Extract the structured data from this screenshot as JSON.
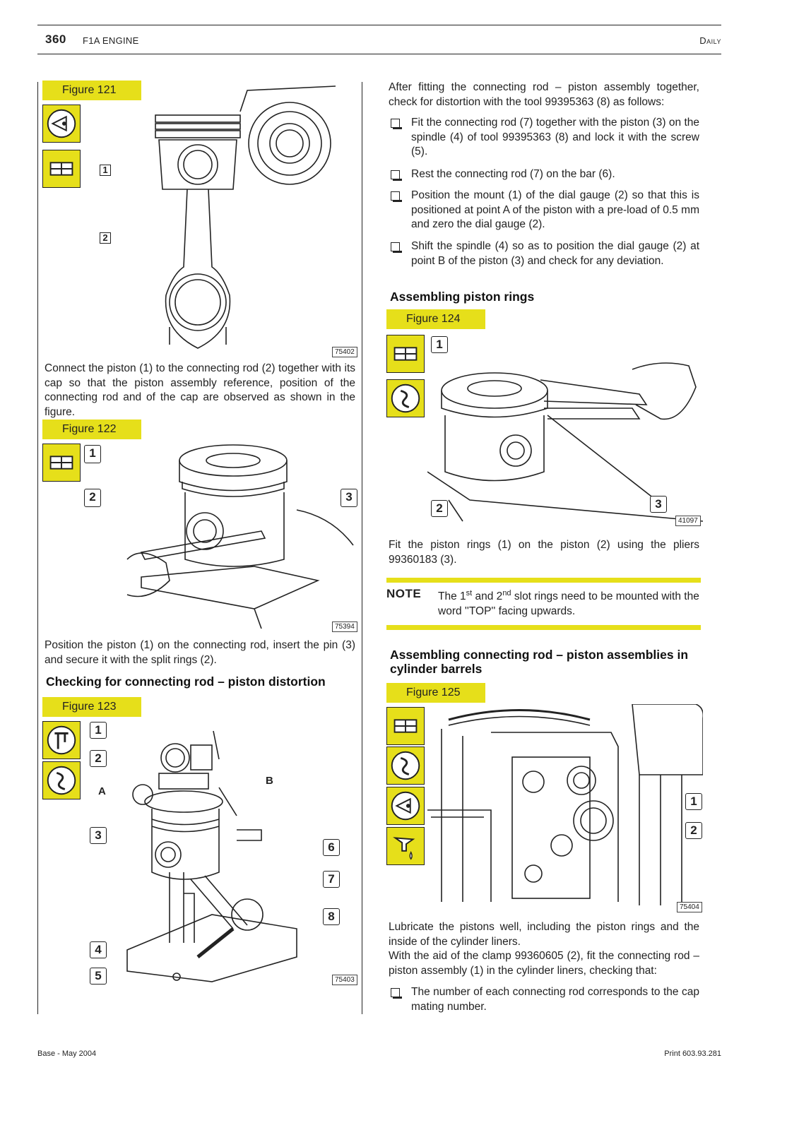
{
  "header": {
    "page_number": "360",
    "section": "F1A ENGINE",
    "manual": "Daily"
  },
  "footer": {
    "left": "Base - May 2004",
    "right": "Print 603.93.281"
  },
  "figures": {
    "fig121": {
      "label": "Figure 121",
      "number": "75402",
      "callouts": [
        "1",
        "2"
      ]
    },
    "fig122": {
      "label": "Figure 122",
      "number": "75394",
      "callouts": [
        "1",
        "2",
        "3"
      ]
    },
    "fig123": {
      "label": "Figure 123",
      "number": "75403",
      "callouts": [
        "1",
        "2",
        "3",
        "4",
        "5",
        "6",
        "7",
        "8"
      ],
      "letters": [
        "A",
        "B"
      ]
    },
    "fig124": {
      "label": "Figure 124",
      "number": "41097",
      "callouts": [
        "1",
        "2",
        "3"
      ]
    },
    "fig125": {
      "label": "Figure 125",
      "number": "75404",
      "callouts": [
        "1",
        "2"
      ]
    }
  },
  "left_column": {
    "para_fig121": "Connect the piston (1) to the connecting rod (2) together with its cap so that the piston assembly reference, position of the connecting rod and of the cap are observed as shown in the figure.",
    "para_fig122": "Position the piston (1) on the connecting rod, insert the pin (3) and secure it with the split rings (2).",
    "heading_distortion": "Checking for connecting rod – piston distortion"
  },
  "right_column": {
    "intro": "After fitting the connecting rod – piston assembly together, check for distortion with the tool 99395363 (8) as follows:",
    "bullets": [
      "Fit the connecting rod (7) together with the piston (3) on the spindle (4) of tool 99395363 (8) and lock it with the screw (5).",
      "Rest the connecting rod (7) on the bar (6).",
      "Position the mount (1) of the dial gauge (2) so that this is positioned at point A of the piston with a pre-load of 0.5 mm and zero the dial gauge (2).",
      "Shift the spindle (4) so as to position the dial gauge (2) at point B of the piston (3) and check for any deviation."
    ],
    "heading_rings": "Assembling piston rings",
    "para_fig124": "Fit the piston rings (1) on the piston (2) using the pliers 99360183 (3).",
    "note": {
      "label": "NOTE",
      "t1": "The 1",
      "sup1": "st",
      "t2": " and 2",
      "sup2": "nd",
      "t3": " slot rings need to be mounted with the word ''TOP'' facing upwards."
    },
    "heading_cylinder": "Assembling connecting rod – piston assemblies in cylinder barrels",
    "para_fig125_1": "Lubricate the pistons well, including the piston rings and the inside of the cylinder liners.",
    "para_fig125_2": "With the aid of the clamp 99360605 (2), fit the connecting rod – piston assembly (1) in the cylinder liners, checking that:",
    "bullet_last": "The number of each connecting rod corresponds to the cap mating number."
  },
  "icons": {
    "fig121": [
      "inspection-icon",
      "assembly-icon"
    ],
    "fig122": [
      "assembly-icon"
    ],
    "fig123": [
      "caliper-gauge-icon",
      "dial-gauge-icon"
    ],
    "fig124": [
      "assembly-icon",
      "dial-gauge-icon"
    ],
    "fig125": [
      "assembly-icon",
      "dial-gauge-icon",
      "inspection-icon",
      "lubrication-icon"
    ]
  },
  "colors": {
    "accent_yellow": "#e6df1a",
    "text": "#222222"
  }
}
